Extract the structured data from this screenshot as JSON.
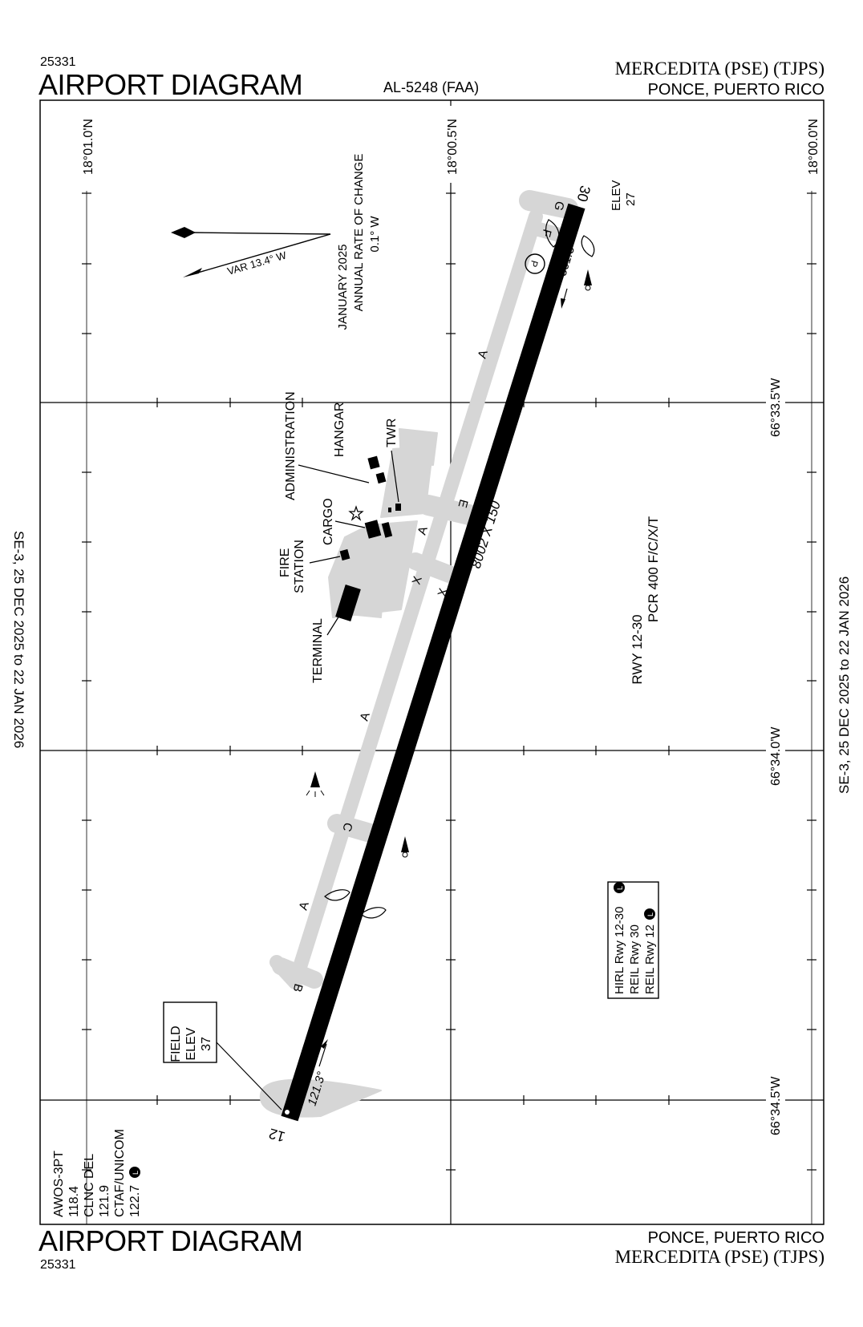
{
  "header": {
    "chart_number": "25331",
    "title": "AIRPORT DIAGRAM",
    "doc_id": "AL-5248 (FAA)",
    "airport_name": "MERCEDITA (PSE) (TJPS)",
    "location": "PONCE, PUERTO RICO"
  },
  "footer": {
    "chart_number": "25331",
    "title": "AIRPORT DIAGRAM",
    "location": "PONCE, PUERTO RICO",
    "airport_name": "MERCEDITA (PSE) (TJPS)"
  },
  "effective_dates": {
    "left": "SE-3,  25 DEC 2025  to  22 JAN 2026",
    "right": "SE-3,  25 DEC 2025  to  22 JAN 2026"
  },
  "grid": {
    "latitudes": [
      "18°01.0'N",
      "18°00.5'N",
      "18°00.0'N"
    ],
    "longitudes": [
      "66°33.5'W",
      "66°34.0'W",
      "66°34.5'W"
    ]
  },
  "magnetic": {
    "variation": "VAR 13.4°  W",
    "date": "JANUARY 2025",
    "rate_label": "ANNUAL RATE OF CHANGE",
    "rate_value": "0.1° W"
  },
  "runway": {
    "end_12": "12",
    "end_30": "30",
    "heading_12": "121.3°",
    "heading_30": "301.3°",
    "dimensions": "8002 X 150",
    "designation": "RWY 12-30",
    "pcr": "PCR 400 F/C/X/T"
  },
  "elevations": {
    "rwy30_label": "ELEV",
    "rwy30_value": "27",
    "field_label_1": "FIELD",
    "field_label_2": "ELEV",
    "field_value": "37"
  },
  "taxiways": [
    "A",
    "A",
    "A",
    "A",
    "B",
    "C",
    "E",
    "F",
    "G",
    "X",
    "X"
  ],
  "buildings": {
    "administration": "ADMINISTRATION",
    "hangar": "HANGAR",
    "twr": "TWR",
    "cargo": "CARGO",
    "fire_1": "FIRE",
    "fire_2": "STATION",
    "terminal": "TERMINAL",
    "parking": "P"
  },
  "lighting": {
    "hirl": "HIRL Rwy 12-30",
    "reil30": "REIL Rwy 30",
    "reil12": "REIL Rwy 12",
    "badge": "L"
  },
  "frequencies": {
    "awos_label": "AWOS-3PT",
    "awos_freq": "118.4",
    "clnc_label": "CLNC DEL",
    "clnc_freq": "121.9",
    "ctaf_label": "CTAF/UNICOM",
    "ctaf_freq": "122.7",
    "badge": "L"
  },
  "colors": {
    "ink": "#000000",
    "pavement": "#d6d6d6",
    "paper": "#ffffff"
  }
}
